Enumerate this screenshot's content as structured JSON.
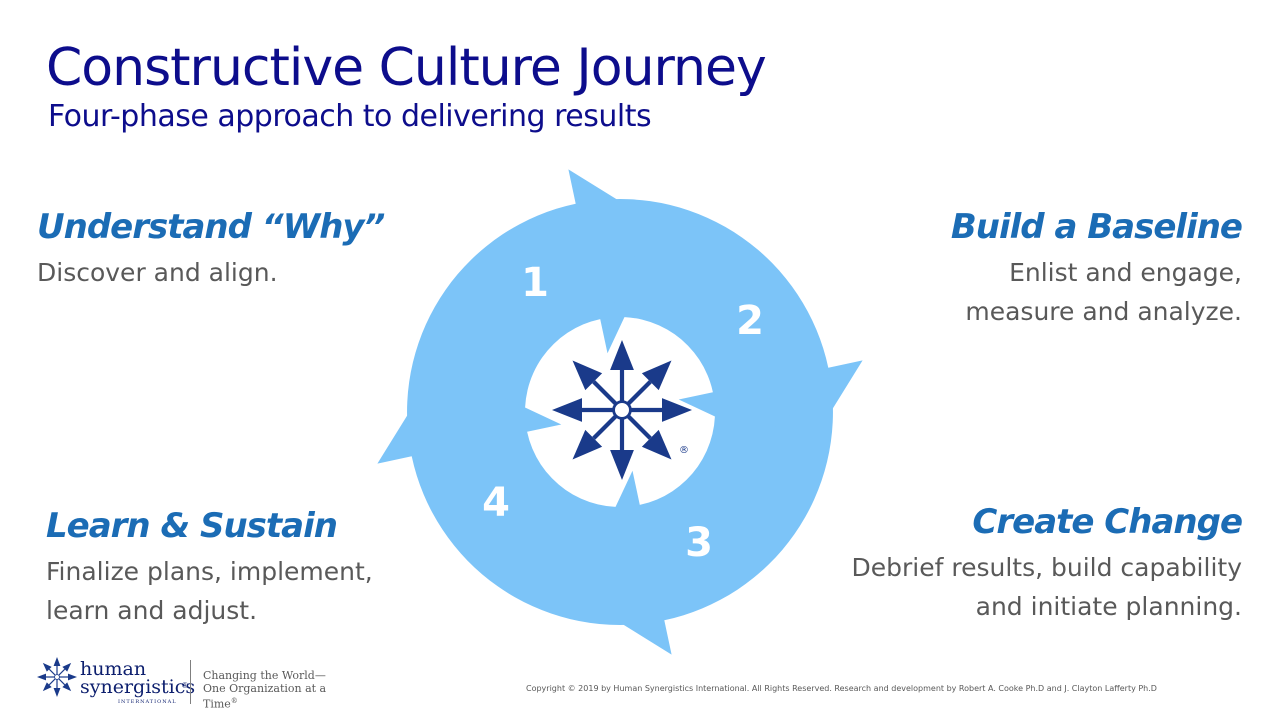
{
  "header": {
    "title": "Constructive Culture Journey",
    "subtitle": "Four-phase approach to delivering results"
  },
  "phases": [
    {
      "number": "1",
      "heading": "Understand “Why”",
      "lines": [
        "Discover and align."
      ]
    },
    {
      "number": "2",
      "heading": "Build a Baseline",
      "lines": [
        "Enlist and engage,",
        "measure and analyze."
      ]
    },
    {
      "number": "3",
      "heading": "Create Change",
      "lines": [
        "Debrief results, build capability",
        "and initiate planning."
      ]
    },
    {
      "number": "4",
      "heading": "Learn & Sustain",
      "lines": [
        "Finalize plans, implement,",
        "learn and adjust."
      ]
    }
  ],
  "colors": {
    "arrow_fill": "#7cc4f8",
    "emblem": "#1a3a8a",
    "heading": "#1b6cb5",
    "title": "#0d0d8c",
    "body_text": "#595959"
  },
  "center_emblem": {
    "icon": "star-compass-icon",
    "mark": "®"
  },
  "footer": {
    "logo_line1": "human",
    "logo_line2": "synergistics",
    "logo_registered": "®",
    "logo_line3": "INTERNATIONAL",
    "tagline_line1": "Changing the World—",
    "tagline_line2": "One Organization at a",
    "tagline_line3": "Time",
    "tagline_mark": "®",
    "copyright": "Copyright © 2019 by Human Synergistics International. All Rights Reserved. Research and development by Robert A. Cooke Ph.D and J. Clayton Lafferty Ph.D"
  }
}
